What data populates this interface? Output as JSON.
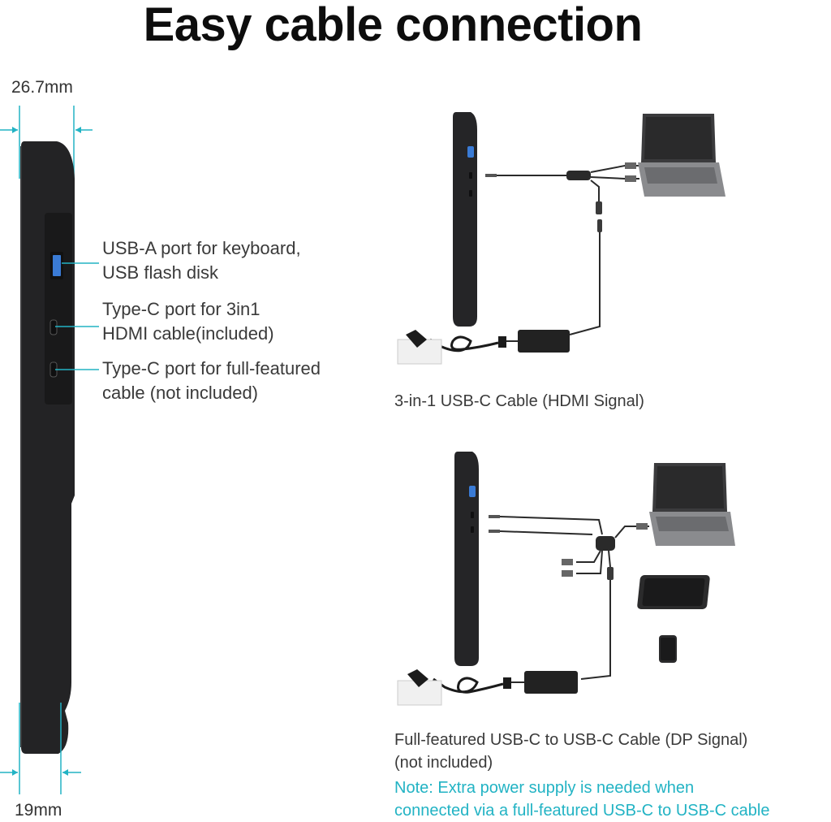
{
  "title": "Easy cable connection",
  "dimensions": {
    "top": "26.7mm",
    "bottom": "19mm"
  },
  "ports": [
    {
      "line1": "USB-A port for keyboard,",
      "line2": "USB flash disk",
      "icon": "usb-a-port-icon"
    },
    {
      "line1": "Type-C port for 3in1",
      "line2": "HDMI cable(included)",
      "icon": "usb-c-port-icon"
    },
    {
      "line1": "Type-C port for full-featured",
      "line2": "cable (not included)",
      "icon": "usb-c-port-icon"
    }
  ],
  "diagrams": {
    "hdmi": {
      "caption": "3-in-1 USB-C Cable (HDMI Signal)"
    },
    "dp": {
      "caption_line1": "Full-featured USB-C to USB-C Cable (DP Signal)",
      "caption_line2": "(not included)",
      "note_line1": "Note: Extra power supply is needed when",
      "note_line2": "connected via a full-featured USB-C to USB-C cable"
    }
  },
  "colors": {
    "accent": "#22b3c4",
    "device": "#1f1f21",
    "usb_port": "#3a7bd5"
  }
}
